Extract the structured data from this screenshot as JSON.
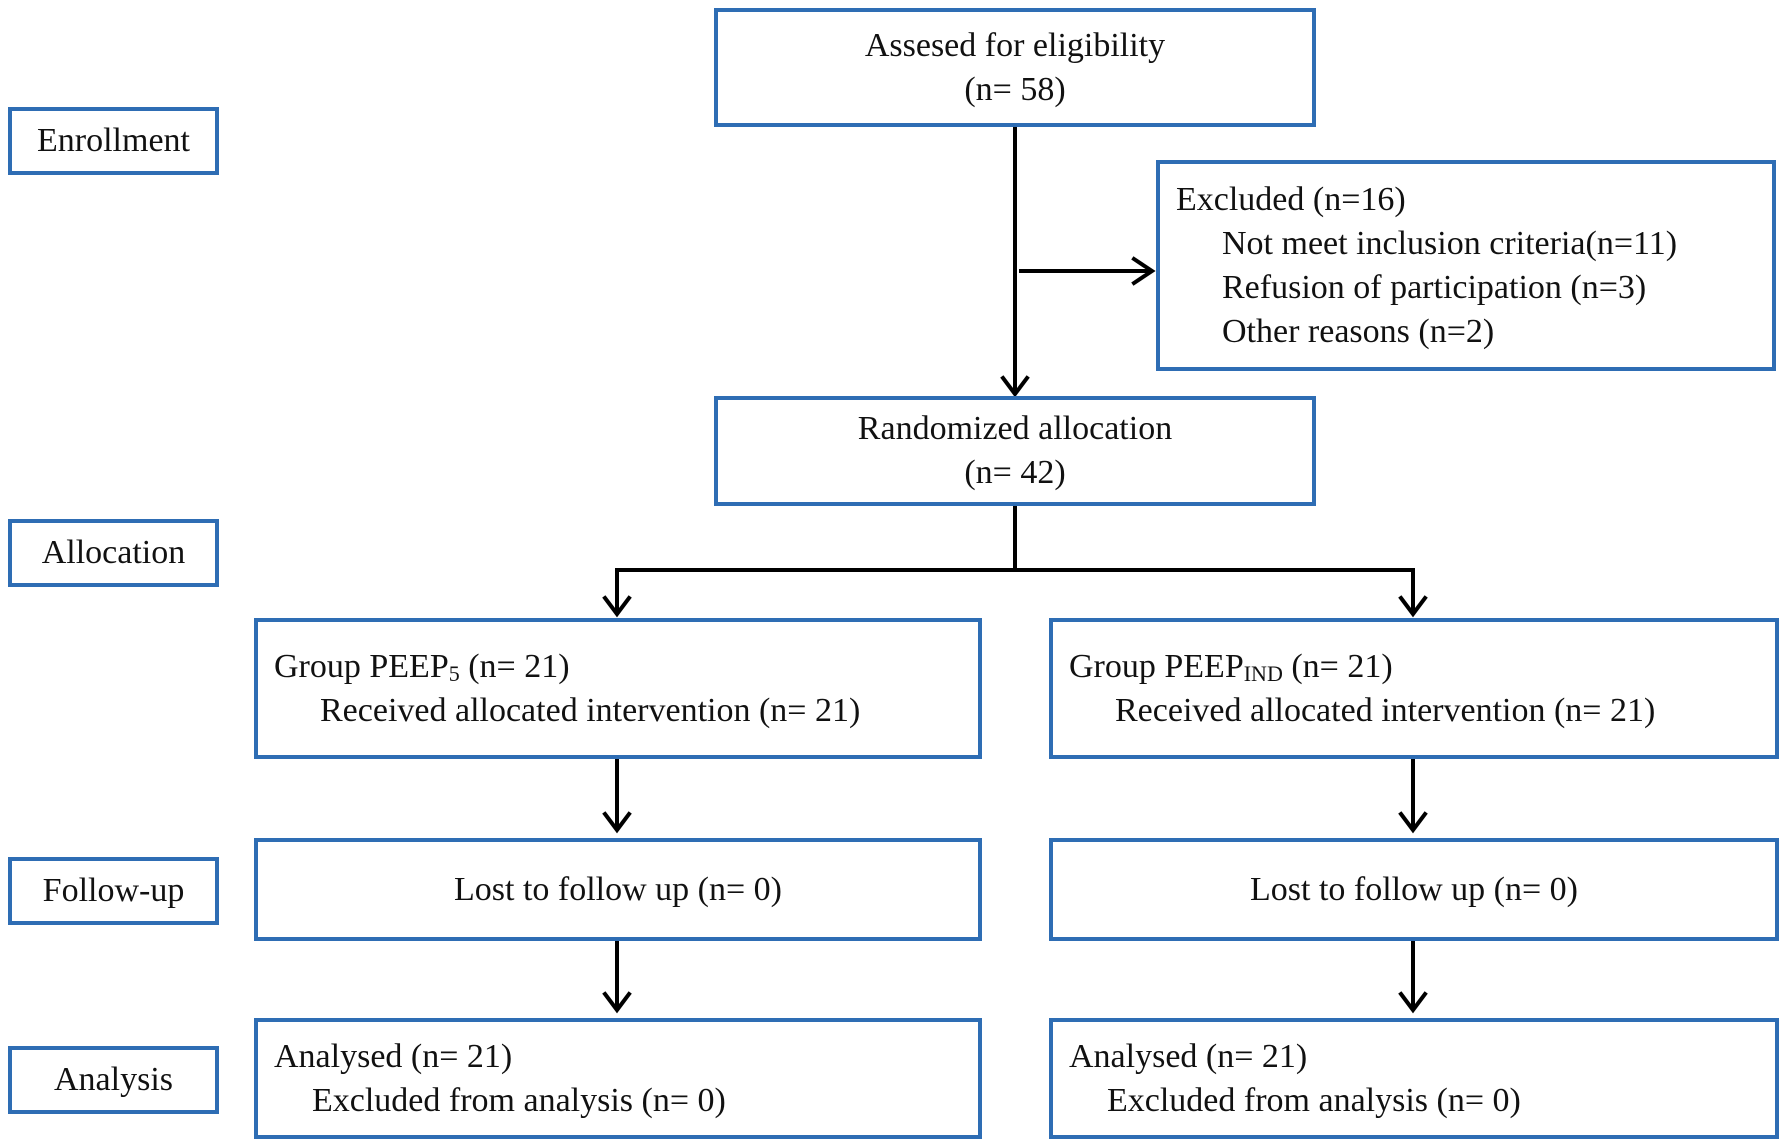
{
  "stages": {
    "enrollment": "Enrollment",
    "allocation": "Allocation",
    "followup": "Follow-up",
    "analysis": "Analysis"
  },
  "assessed": {
    "line1": "Assesed for eligibility",
    "line2": "(n= 58)"
  },
  "excluded": {
    "title": "Excluded (n=16)",
    "reasons": [
      "Not meet inclusion criteria(n=11)",
      "Refusion of participation (n=3)",
      "Other reasons (n=2)"
    ]
  },
  "randomized": {
    "line1": "Randomized allocation",
    "line2": "(n= 42)"
  },
  "group_left": {
    "name_prefix": "Group PEEP",
    "name_sub": "5",
    "name_suffix": " (n= 21)",
    "received": "Received allocated intervention (n= 21)",
    "lost": "Lost to follow up (n= 0)",
    "analysed": "Analysed (n= 21)",
    "excluded_analysis": "Excluded from analysis (n= 0)"
  },
  "group_right": {
    "name_prefix": "Group PEEP",
    "name_sub": "IND",
    "name_suffix": " (n= 21)",
    "received": "Received allocated intervention (n= 21)",
    "lost": "Lost to follow up (n= 0)",
    "analysed": "Analysed (n= 21)",
    "excluded_analysis": "Excluded from analysis (n= 0)"
  },
  "colors": {
    "box_border": "#2e6db4",
    "arrow": "#000000"
  }
}
